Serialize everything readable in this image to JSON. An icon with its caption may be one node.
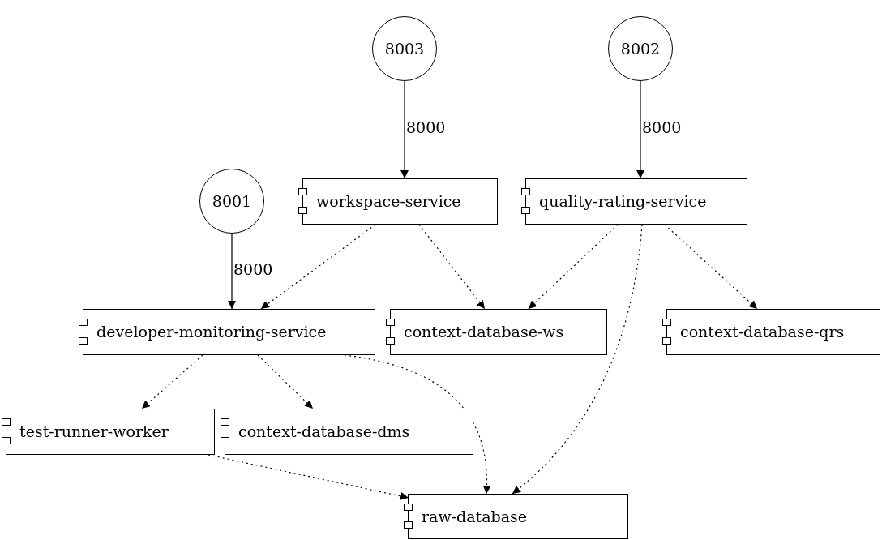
{
  "diagram": {
    "nodes": [
      {
        "text": [
          "8003"
        ]
      },
      {
        "text": [
          "8002"
        ]
      },
      {
        "text": [
          "8001"
        ]
      },
      {
        "text": [
          "workspace-service"
        ]
      },
      {
        "text": [
          "quality-rating-service"
        ]
      },
      {
        "text": [
          "developer-monitoring-service"
        ]
      },
      {
        "text": [
          "context-database-ws"
        ]
      },
      {
        "text": [
          "context-database-qrs"
        ]
      },
      {
        "text": [
          "test-runner-worker"
        ]
      },
      {
        "text": [
          "context-database-dms"
        ]
      },
      {
        "text": [
          "raw-database"
        ]
      }
    ],
    "edges": [
      {
        "from": 0,
        "to": 3,
        "arrow": "to",
        "label": "8000"
      },
      {
        "from": 1,
        "to": 4,
        "arrow": "to",
        "label": "8000"
      },
      {
        "from": 2,
        "to": 5,
        "arrow": "to",
        "label": "8000"
      },
      {
        "from": 3,
        "to": 5,
        "arrow": "to",
        "style": "dashed"
      },
      {
        "from": 3,
        "to": 6,
        "arrow": "to",
        "style": "dashed"
      },
      {
        "from": 4,
        "to": 6,
        "arrow": "to",
        "style": "dashed"
      },
      {
        "from": 4,
        "to": 7,
        "arrow": "to",
        "style": "dashed"
      },
      {
        "from": 4,
        "to": 10,
        "arrow": "to",
        "style": "dashed"
      },
      {
        "from": 5,
        "to": 8,
        "arrow": "to",
        "style": "dashed"
      },
      {
        "from": 5,
        "to": 9,
        "arrow": "to",
        "style": "dashed"
      },
      {
        "from": 5,
        "to": 10,
        "arrow": "to",
        "style": "dashed"
      },
      {
        "from": 8,
        "to": 10,
        "arrow": "to",
        "style": "dashed"
      }
    ]
  }
}
